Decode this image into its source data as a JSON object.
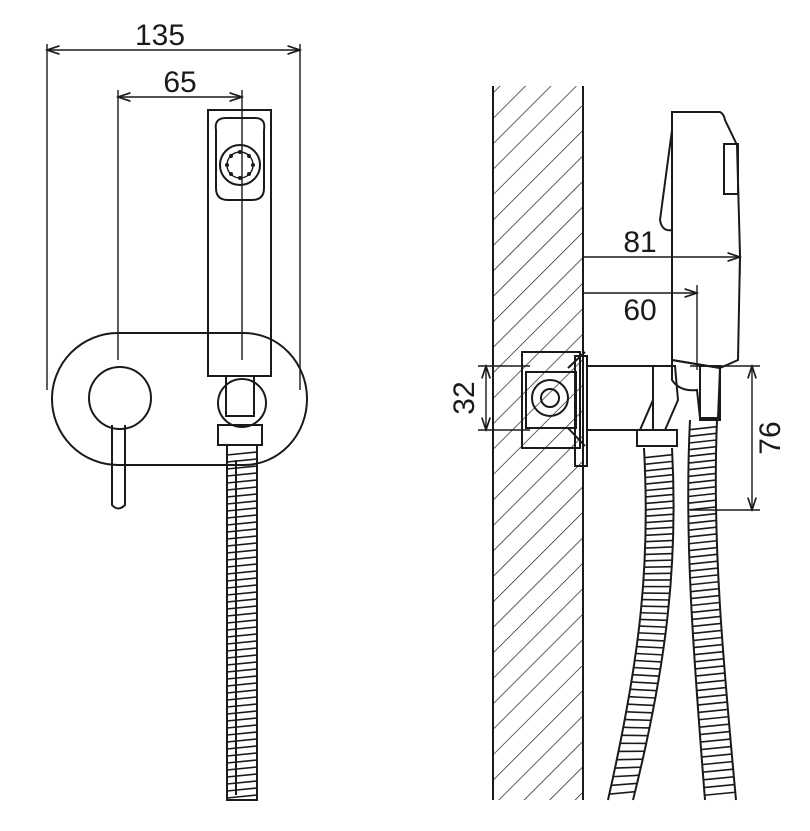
{
  "front_view": {
    "dimensions": [
      {
        "id": "overall-width",
        "label": "135"
      },
      {
        "id": "handset-offset",
        "label": "65"
      }
    ]
  },
  "side_view": {
    "dimensions": [
      {
        "id": "projection-handset",
        "label": "81"
      },
      {
        "id": "projection-body",
        "label": "60"
      },
      {
        "id": "body-diameter",
        "label": "32"
      },
      {
        "id": "holder-height",
        "label": "76"
      }
    ]
  },
  "colors": {
    "line": "#1a1a1a",
    "background": "#ffffff"
  }
}
